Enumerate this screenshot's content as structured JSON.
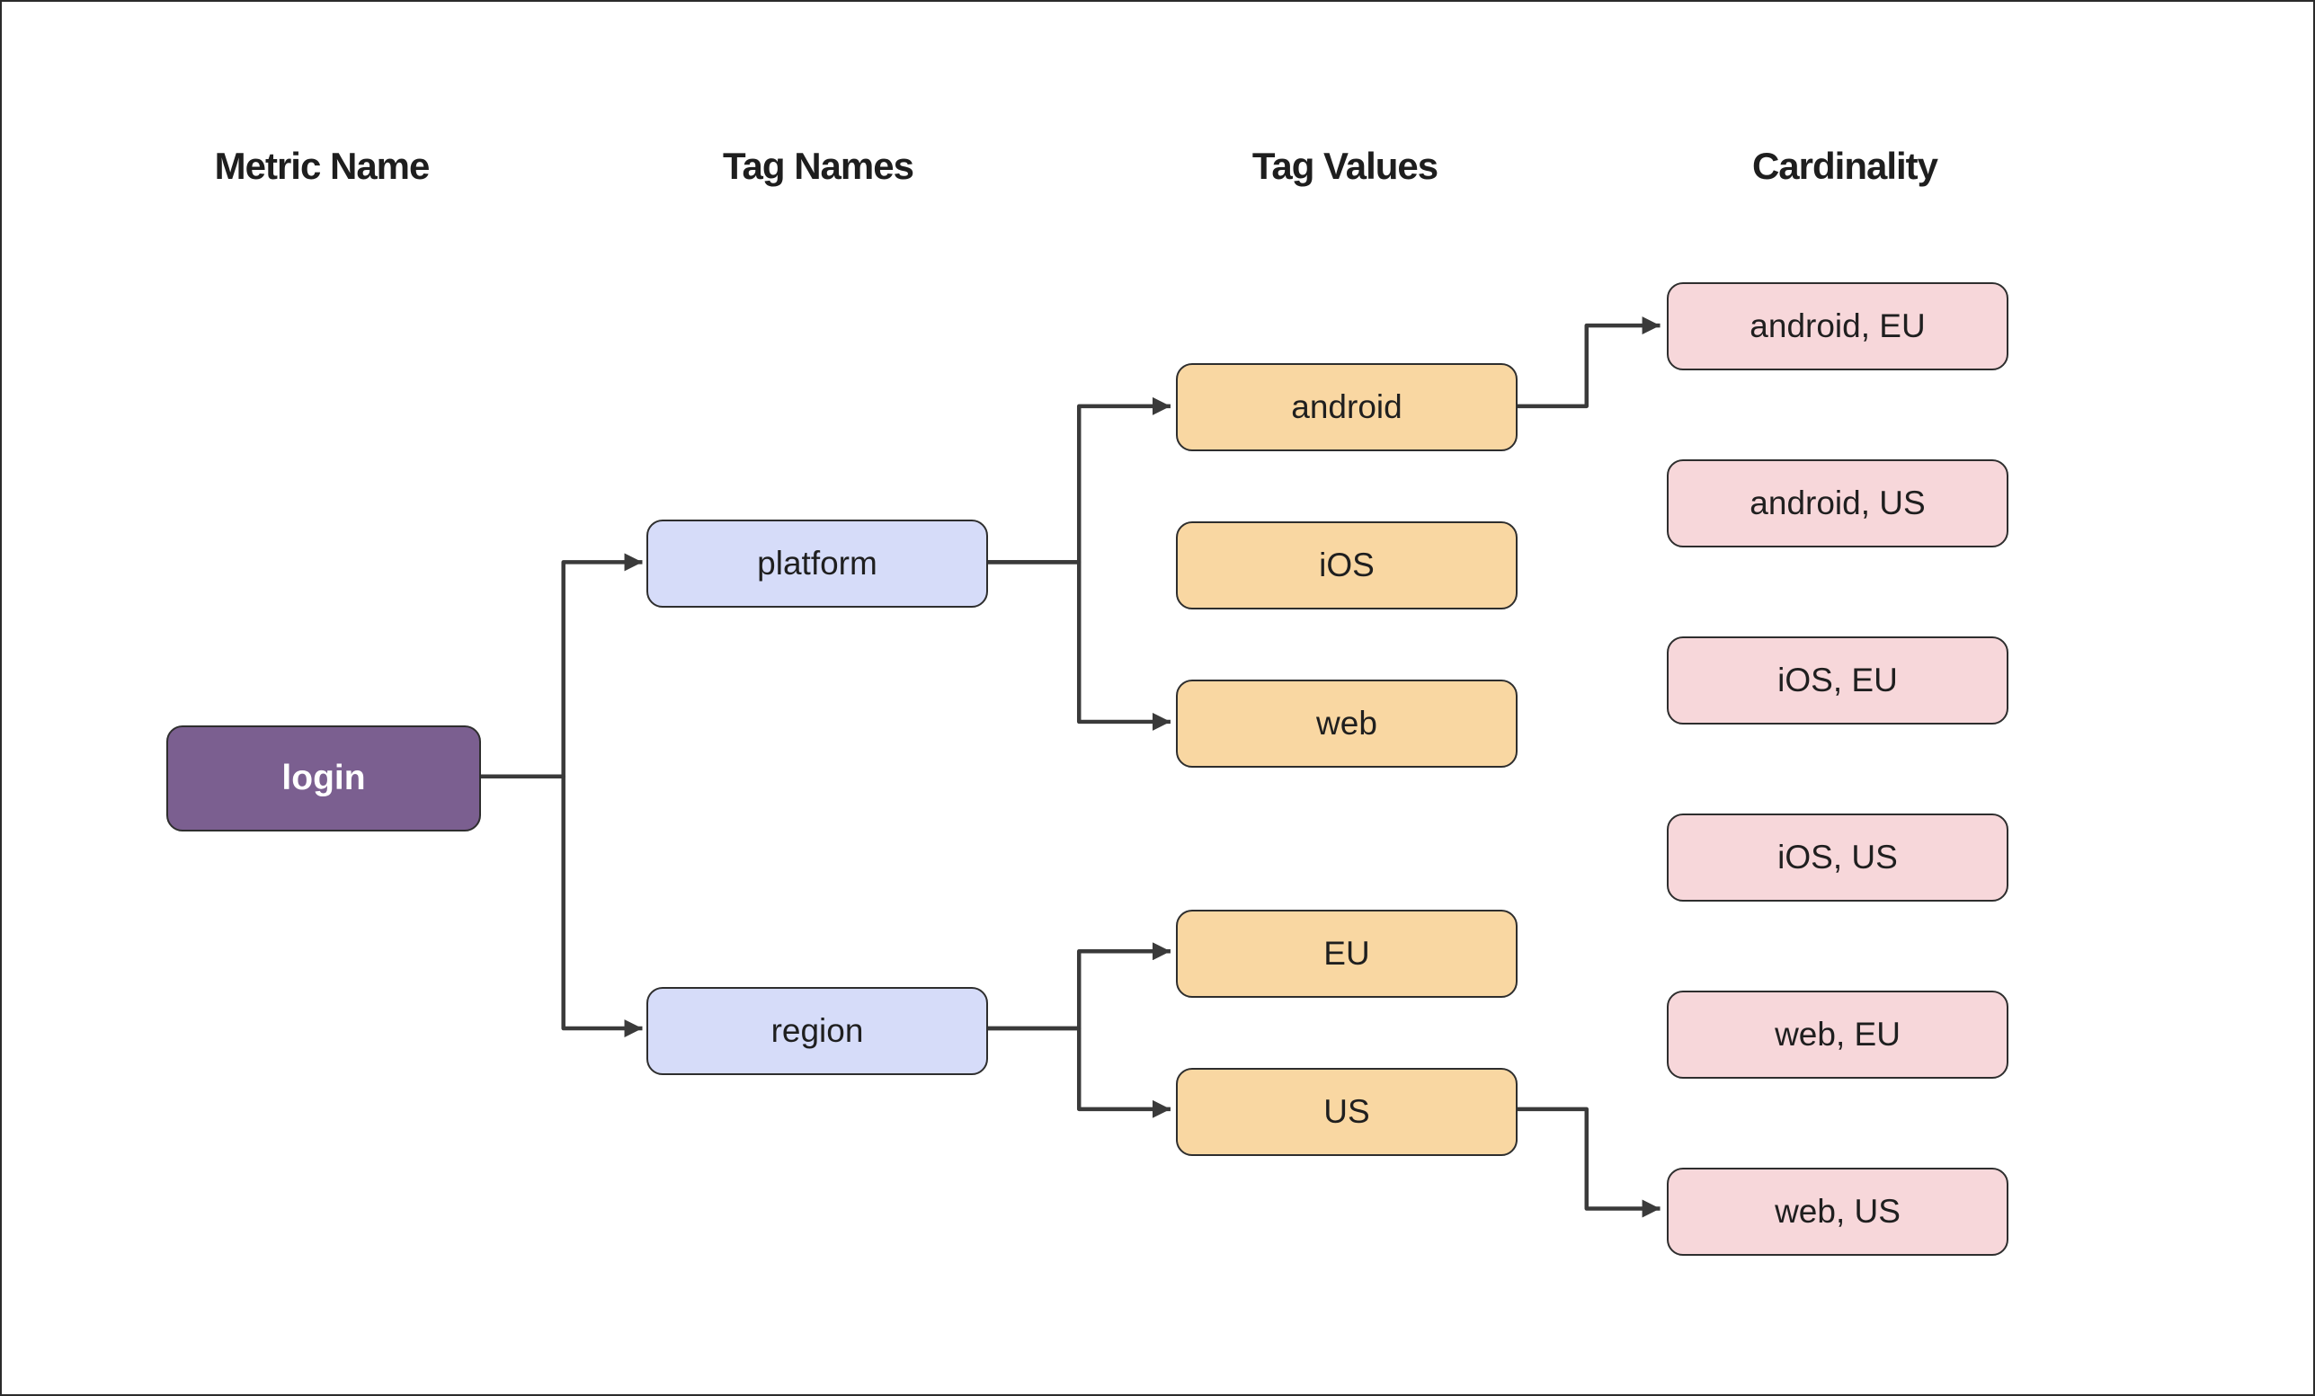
{
  "colors": {
    "canvas_bg": "#FFFFFF",
    "frame_border": "#2B2B2B",
    "header_text": "#1E1E1E",
    "node_text": "#1F1F1F",
    "metric_fill": "#7B5F90",
    "metric_text": "#FFFFFF",
    "tag_name_fill": "#D6DCF9",
    "tag_value_fill": "#F9D7A2",
    "cardinality_fill": "#F7D7DA",
    "node_border": "#2E2E2E",
    "edge_stroke": "#3A3A3A"
  },
  "diagram": {
    "columns": [
      {
        "label": "Metric Name"
      },
      {
        "label": "Tag Names"
      },
      {
        "label": "Tag Values"
      },
      {
        "label": "Cardinality"
      }
    ],
    "nodes": {
      "metric": {
        "label": "login"
      },
      "tag_names": [
        {
          "label": "platform"
        },
        {
          "label": "region"
        }
      ],
      "tag_values": [
        {
          "label": "android"
        },
        {
          "label": "iOS"
        },
        {
          "label": "web"
        },
        {
          "label": "EU"
        },
        {
          "label": "US"
        }
      ],
      "cardinality": [
        {
          "label": "android, EU"
        },
        {
          "label": "android, US"
        },
        {
          "label": "iOS, EU"
        },
        {
          "label": "iOS, US"
        },
        {
          "label": "web, EU"
        },
        {
          "label": "web, US"
        }
      ]
    },
    "edges": [
      {
        "from": "login",
        "to": "platform"
      },
      {
        "from": "login",
        "to": "region"
      },
      {
        "from": "platform",
        "to": "android"
      },
      {
        "from": "platform",
        "to": "web"
      },
      {
        "from": "region",
        "to": "EU"
      },
      {
        "from": "region",
        "to": "US"
      },
      {
        "from": "android",
        "to": "android, EU"
      },
      {
        "from": "US",
        "to": "web, US"
      }
    ]
  }
}
